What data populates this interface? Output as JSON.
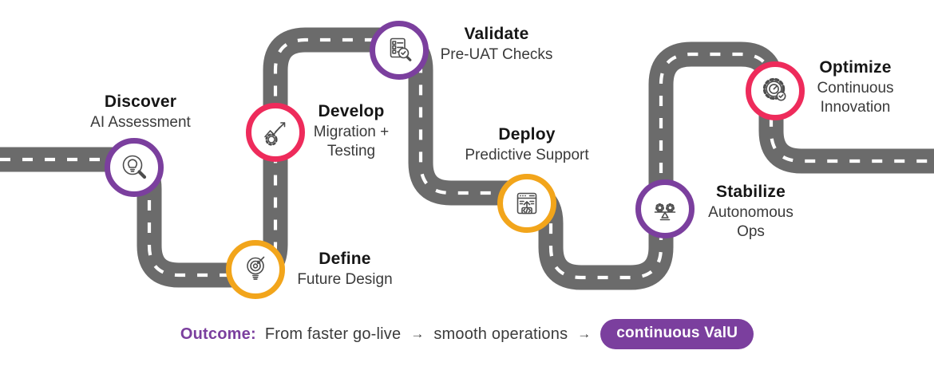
{
  "stages": [
    {
      "title": "Discover",
      "subtitle": "AI Assessment",
      "ring_color": "#7B3F9E",
      "icon": "magnifier-bulb-icon"
    },
    {
      "title": "Define",
      "subtitle": "Future Design",
      "ring_color": "#F2A51B",
      "icon": "bulb-target-icon"
    },
    {
      "title": "Develop",
      "subtitle": "Migration + Testing",
      "ring_color": "#EE2B5B",
      "icon": "growth-chart-gear-icon"
    },
    {
      "title": "Validate",
      "subtitle": "Pre-UAT Checks",
      "ring_color": "#7B3F9E",
      "icon": "checklist-magnifier-icon"
    },
    {
      "title": "Deploy",
      "subtitle": "Predictive Support",
      "ring_color": "#F2A51B",
      "icon": "deploy-window-code-icon"
    },
    {
      "title": "Stabilize",
      "subtitle": "Autonomous Ops",
      "ring_color": "#7B3F9E",
      "icon": "balance-gears-icon"
    },
    {
      "title": "Optimize",
      "subtitle": "Continuous Innovation",
      "ring_color": "#EE2B5B",
      "icon": "gear-gauge-check-icon"
    }
  ],
  "outcome": {
    "label": "Outcome:",
    "from_text": "From faster go-live",
    "arrow": "→",
    "mid_text": "smooth operations",
    "pill_text": "continuous ValU"
  },
  "colors": {
    "road": "#6B6B6B",
    "purple": "#7B3F9E",
    "pink": "#EE2B5B",
    "amber": "#F2A51B",
    "title_text": "#161616",
    "subtitle_text": "#3A3A3A"
  }
}
